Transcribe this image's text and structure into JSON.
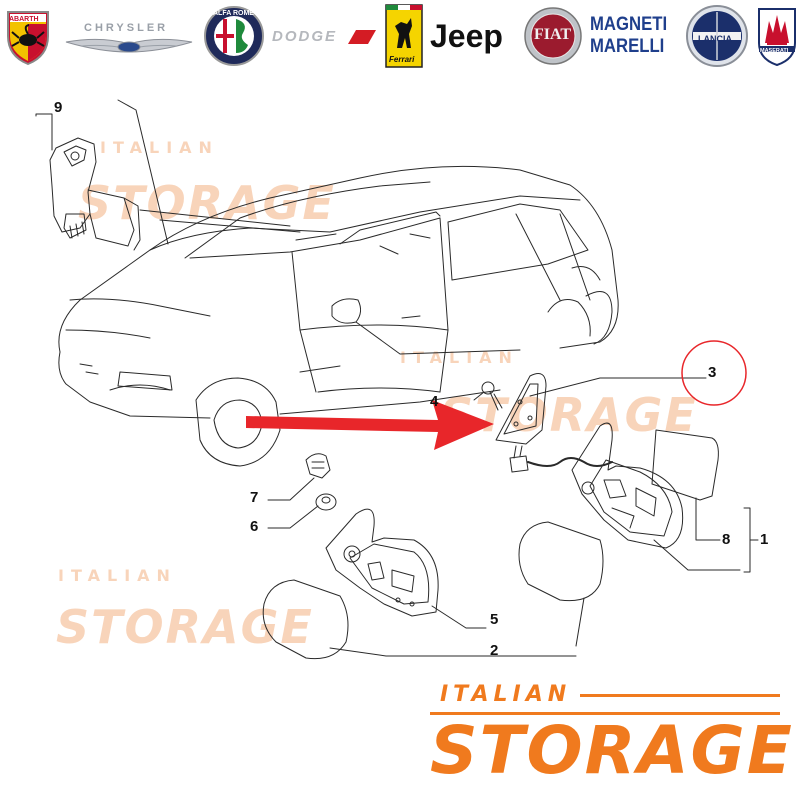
{
  "brands": {
    "abarth": "ABARTH",
    "chrysler": "CHRYSLER",
    "alfa_romeo": "ALFA ROMEO",
    "dodge": "DODGE",
    "ferrari": "Ferrari",
    "jeep": "Jeep",
    "fiat": "FIAT",
    "magneti_marelli_1": "MAGNETI",
    "magneti_marelli_2": "MARELLI",
    "lancia": "LANCIA",
    "maserati": "MASERATI"
  },
  "callouts": {
    "c1": "1",
    "c2": "2",
    "c3": "3",
    "c4": "4",
    "c5": "5",
    "c6": "6",
    "c7": "7",
    "c8": "8",
    "c9": "9"
  },
  "watermark": {
    "top": "ITALIAN",
    "main": "STORAGE"
  },
  "footer_brand": {
    "top": "ITALIAN",
    "main": "STORAGE"
  },
  "colors": {
    "arrow": "#e8262a",
    "highlight_circle": "#e8262a",
    "brand_orange": "#f07a1e",
    "watermark": "#f3b183"
  }
}
